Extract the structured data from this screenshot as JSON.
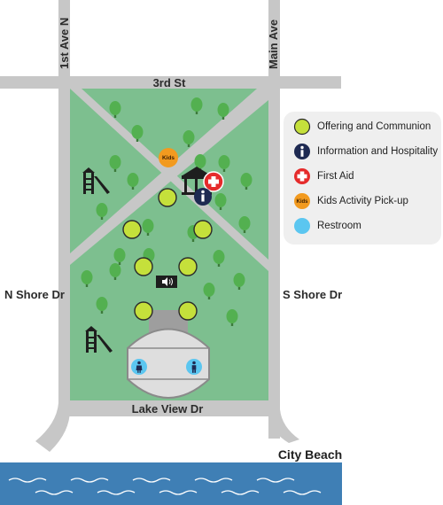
{
  "map": {
    "streets": {
      "first_ave": "1st Ave N",
      "main_ave": "Main Ave",
      "third_st": "3rd St",
      "n_shore": "N Shore Dr",
      "s_shore": "S Shore Dr",
      "lake_view": "Lake View Dr"
    },
    "beach_label": "City Beach",
    "kids_logo_text": "Kids"
  },
  "legend": {
    "items": [
      {
        "label": "Offering and Communion",
        "icon": "offering-circle-icon",
        "color": "#c5e03b"
      },
      {
        "label": "Information and Hospitality",
        "icon": "info-icon",
        "color": "#1e2a52"
      },
      {
        "label": "First Aid",
        "icon": "first-aid-icon",
        "color": "#e52b2b"
      },
      {
        "label": "Kids Activity Pick-up",
        "icon": "kids-activity-icon",
        "color": "#f29a1f"
      },
      {
        "label": "Restroom",
        "icon": "restroom-icon",
        "color": "#5bc6f0"
      }
    ]
  },
  "colors": {
    "grass": "#7dbf8f",
    "road": "#c7c7c7",
    "tree": "#53b050",
    "water": "#3f7fb5",
    "building": "#dedede"
  }
}
